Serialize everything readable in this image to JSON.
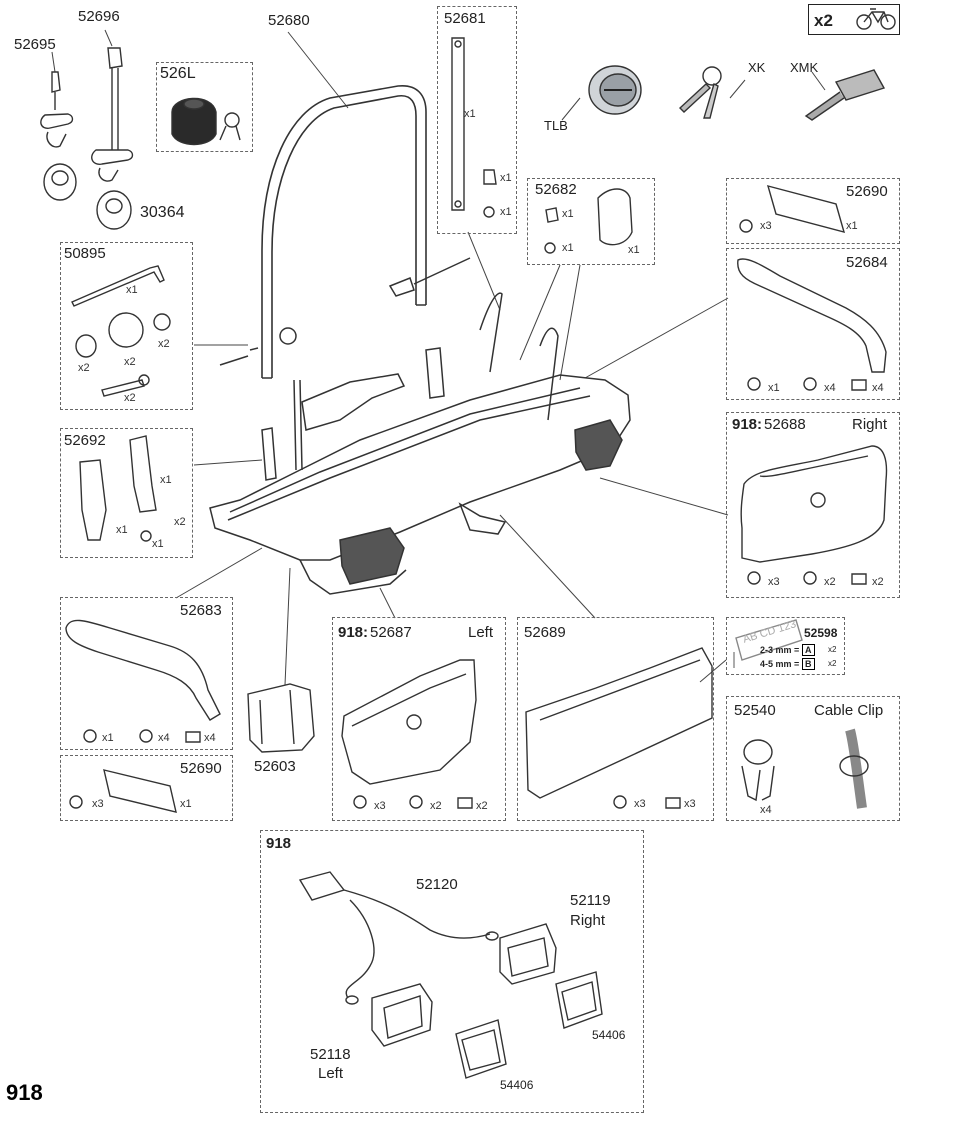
{
  "corner_label": "918",
  "bike_badge": {
    "count": "x2",
    "icon": "bicycle-icon"
  },
  "locks": {
    "tlb": "TLB",
    "xk": "XK",
    "xmk": "XMK"
  },
  "parts": {
    "p52695": "52695",
    "p52696": "52696",
    "p526l": "526L",
    "p30364": "30364",
    "p52680": "52680",
    "p52681": "52681",
    "p52682": "52682",
    "p52690a": "52690",
    "p52684": "52684",
    "p50895": "50895",
    "p52692": "52692",
    "p52688_prefix": "918:",
    "p52688": "52688",
    "p52688_side": "Right",
    "p52683": "52683",
    "p52690b": "52690",
    "p52603": "52603",
    "p52687_prefix": "918:",
    "p52687": "52687",
    "p52687_side": "Left",
    "p52689": "52689",
    "p52598": "52598",
    "p52598_a": "2-3 mm =",
    "p52598_a_code": "A",
    "p52598_b": "4-5 mm =",
    "p52598_b_code": "B",
    "plate_text": "AB CD 123",
    "p52540": "52540",
    "cable_clip": "Cable Clip",
    "wiring_title": "918",
    "p52120": "52120",
    "p52119": "52119",
    "p52119_side": "Right",
    "p52118": "52118",
    "p52118_side": "Left",
    "p54406a": "54406",
    "p54406b": "54406"
  },
  "quantities": {
    "q52681_strap": "x1",
    "q52681_knob": "x1",
    "q52681_bolt": "x1",
    "q52682_nut": "x1",
    "q52682_bolt": "x1",
    "q52682_part": "x1",
    "q52690a_screw": "x3",
    "q52690a_part": "x1",
    "q52684_screw": "x1",
    "q52684_bolt": "x4",
    "q52684_nut": "x4",
    "q50895_key": "x1",
    "q50895_spacer": "x2",
    "q50895_knob": "x2",
    "q50895_washer": "x2",
    "q50895_bolt": "x2",
    "q52692_a": "x1",
    "q52692_b": "x1",
    "q52692_c": "x2",
    "q52692_d": "x1",
    "q52688_screw": "x3",
    "q52688_bolt": "x2",
    "q52688_nut": "x2",
    "q52683_screw": "x1",
    "q52683_bolt": "x4",
    "q52683_nut": "x4",
    "q52690b_screw": "x3",
    "q52690b_part": "x1",
    "q52687_screw": "x3",
    "q52687_bolt": "x2",
    "q52687_nut": "x2",
    "q52689_bolt": "x3",
    "q52689_nut": "x3",
    "q52598_a": "x2",
    "q52598_b": "x2",
    "q52540": "x4"
  }
}
